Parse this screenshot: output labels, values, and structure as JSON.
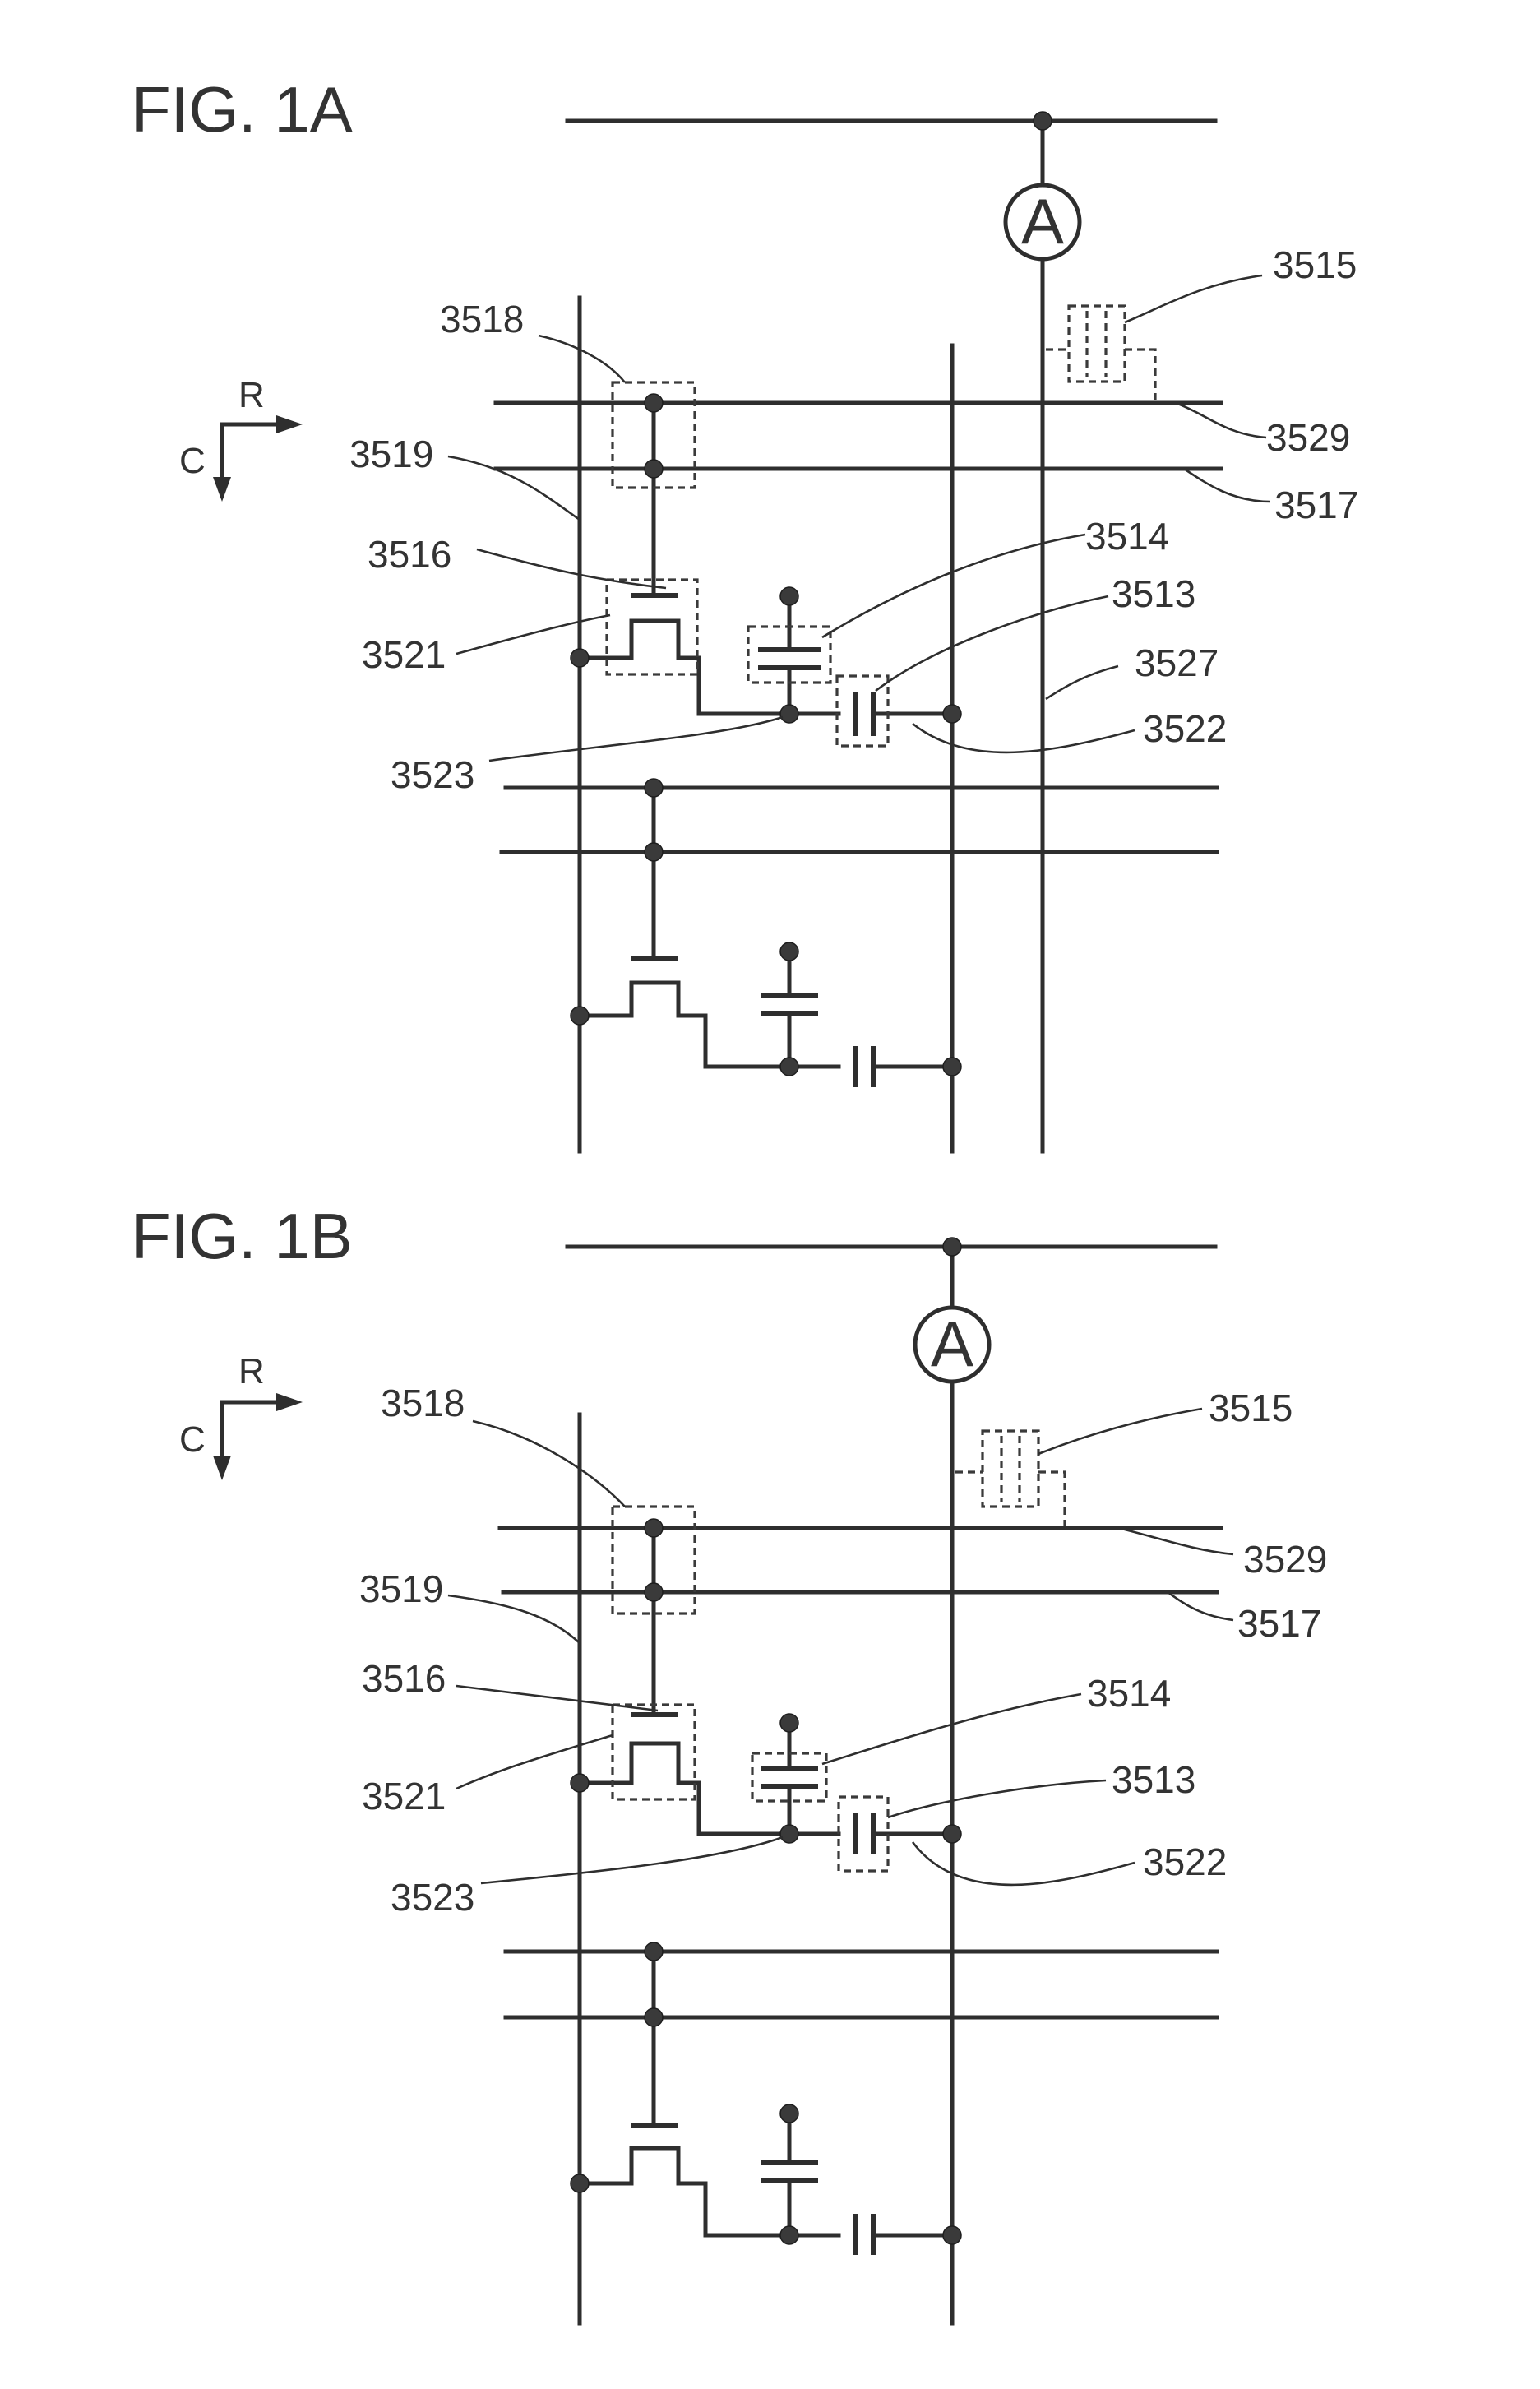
{
  "figures": [
    {
      "title": "FIG. 1A",
      "meter_symbol": "A",
      "axis_row": "R",
      "axis_col": "C",
      "labels": {
        "l3515": "3515",
        "l3518": "3518",
        "l3529": "3529",
        "l3519": "3519",
        "l3517": "3517",
        "l3516": "3516",
        "l3514": "3514",
        "l3513": "3513",
        "l3521": "3521",
        "l3527": "3527",
        "l3522": "3522",
        "l3523": "3523"
      }
    },
    {
      "title": "FIG. 1B",
      "meter_symbol": "A",
      "axis_row": "R",
      "axis_col": "C",
      "labels": {
        "l3518": "3518",
        "l3515": "3515",
        "l3529": "3529",
        "l3519": "3519",
        "l3517": "3517",
        "l3516": "3516",
        "l3514": "3514",
        "l3521": "3521",
        "l3513": "3513",
        "l3522": "3522",
        "l3523": "3523"
      }
    }
  ]
}
